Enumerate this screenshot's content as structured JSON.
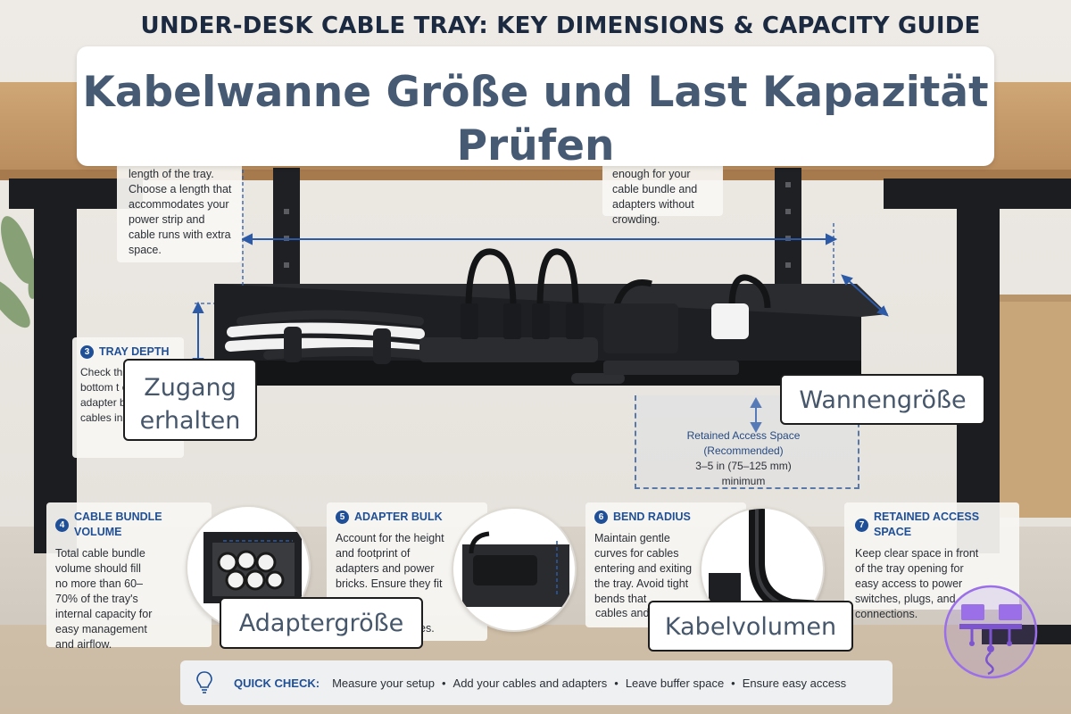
{
  "header": {
    "title": "UNDER-DESK CABLE TRAY: KEY DIMENSIONS & CAPACITY GUIDE",
    "hero_title": "Kabelwanne Größe und Last Kapazität Prüfen"
  },
  "cards": {
    "tray_length": {
      "body": "length of the tray. Choose a length that accommodates your power strip and cable runs with extra space."
    },
    "tray_width": {
      "body": "enough for your cable bundle and adapters without crowding."
    },
    "tray_depth": {
      "number": "3",
      "title": "TRAY DEPTH",
      "body": "Check th depth fro bottom t edge. It s adapter b keep cables in place."
    },
    "cable_bundle": {
      "number": "4",
      "title": "CABLE BUNDLE VOLUME",
      "body": "Total cable bundle volume should fill no more than 60–70% of the tray's internal capacity for easy management and airflow."
    },
    "adapter_bulk": {
      "number": "5",
      "title": "ADAPTER BULK",
      "body": "Account for the height and footprint of adapters and power bricks. Ensure they fit",
      "tail": "es."
    },
    "bend_radius": {
      "number": "6",
      "title": "BEND RADIUS",
      "body": "Maintain gentle curves for cables entering and exiting the tray. Avoid tight bends that",
      "tail": "cables and"
    },
    "retained_access": {
      "number": "7",
      "title": "RETAINED ACCESS SPACE",
      "body": "Keep clear space in front of the tray opening for easy access to power switches, plugs, and connections."
    }
  },
  "access_space": {
    "line1": "Retained Access Space",
    "line2": "(Recommended)",
    "line3": "3–5 in (75–125 mm)",
    "line4": "minimum"
  },
  "labels": {
    "zugang": "Zugang erhalten",
    "wannengroesse": "Wannengröße",
    "adaptergroesse": "Adaptergröße",
    "kabelvolumen": "Kabelvolumen"
  },
  "quick_check": {
    "title": "QUICK CHECK:",
    "items": [
      "Measure your setup",
      "Add your cables and adapters",
      "Leave buffer space",
      "Ensure easy access"
    ]
  },
  "colors": {
    "accent_blue": "#1f4f96",
    "hero_text": "#475a73",
    "desk_wood": "#c59a6a",
    "frame": "#1c1d20"
  },
  "icons": {
    "bulb": "lightbulb-icon",
    "logo": "network-logo-icon"
  }
}
